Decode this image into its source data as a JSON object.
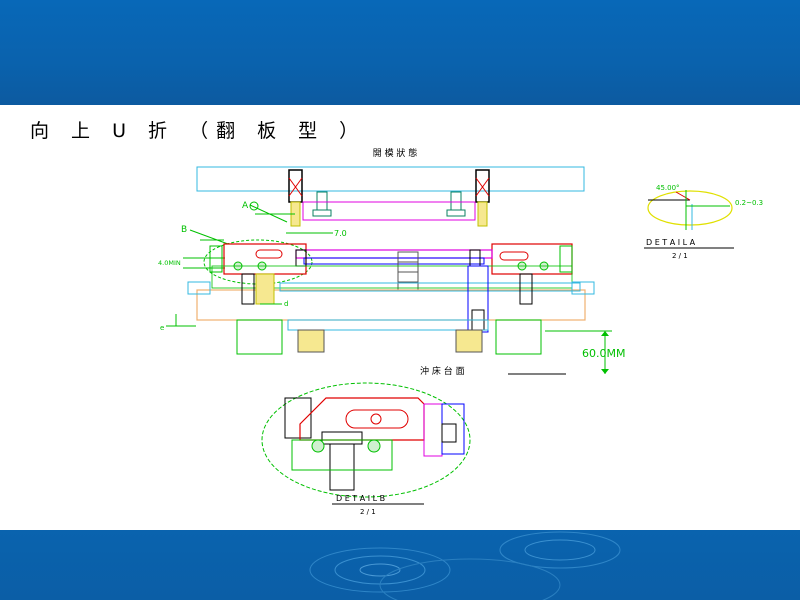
{
  "slide": {
    "title": "向 上 U 折 （翻 板 型 ）"
  },
  "drawing": {
    "state_label": "開 模 狀 態",
    "press_bed_label": "沖 床 台 面",
    "callout_a": "A",
    "callout_b": "B",
    "dim_7": "7.0",
    "dim_4": "4.0MIN",
    "dim_60": "60.0MM",
    "mark_d": "d",
    "mark_e": "e",
    "detail_a": {
      "title": "D E T A I L   A",
      "scale": "2 / 1",
      "angle": "45.00°",
      "gap": "0.2~0.3"
    },
    "detail_b": {
      "title": "D E T A I L   B",
      "scale": "2 / 1"
    }
  },
  "colors": {
    "band": "#0a62ad",
    "cyan": "#33b8e0",
    "green": "#00c000",
    "red": "#e00000",
    "magenta": "#e000e0",
    "blue": "#0000ff",
    "yellow": "#e0e000",
    "orange": "#f4c890"
  }
}
